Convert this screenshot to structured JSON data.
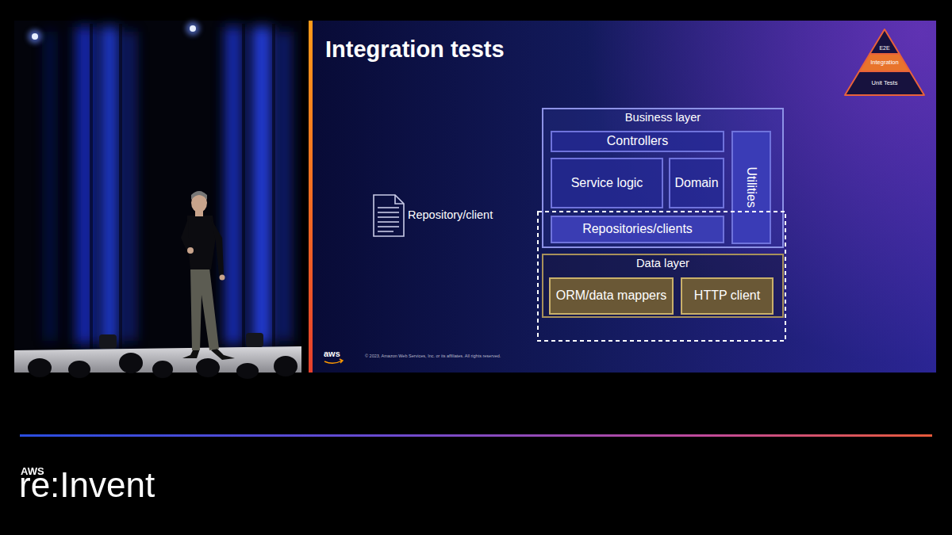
{
  "diagram": {
    "title": "Integration tests",
    "nodes": [
      {
        "text": [
          "E2E"
        ]
      },
      {
        "text": [
          "Integration"
        ]
      },
      {
        "text": [
          "Unit Tests"
        ]
      },
      {
        "text": [
          "Business layer"
        ]
      },
      {
        "text": [
          "Controllers"
        ],
        "in": 3
      },
      {
        "text": [
          "Service logic"
        ],
        "in": 3
      },
      {
        "text": [
          "Domain"
        ],
        "in": 3
      },
      {
        "text": [
          "Utilities"
        ],
        "in": 3
      },
      {
        "text": [
          "Repositories/clients"
        ],
        "in": 3
      },
      {
        "text": [
          "Data layer"
        ]
      },
      {
        "text": [
          "ORM/data mappers"
        ],
        "in": 9
      },
      {
        "text": [
          "HTTP client"
        ],
        "in": 9
      }
    ],
    "labels": [
      "Repository/client",
      "aws",
      "© 2023, Amazon Web Services, Inc. or its affiliates. All rights reserved.",
      "AWS",
      "re:Invent"
    ]
  }
}
